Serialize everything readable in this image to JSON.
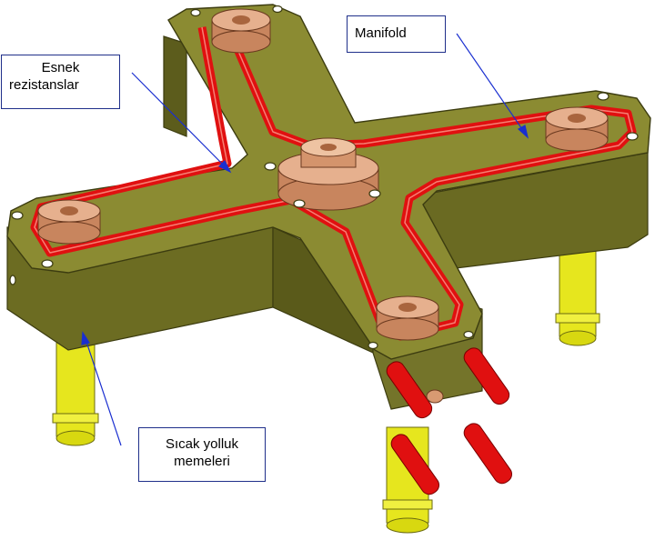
{
  "labels": {
    "resistors_line1": "Esnek",
    "resistors_line2": "rezistanslar",
    "manifold": "Manifold",
    "nozzles_line1": "Sıcak yolluk",
    "nozzles_line2": "memeleri"
  },
  "colors": {
    "manifold_body": "#7a7a2a",
    "manifold_top": "#8e8e34",
    "manifold_dark": "#55551c",
    "heater": "#e01010",
    "nozzle": "#e8e820",
    "bushing": "#d89a72",
    "leader": "#1a2fd0"
  }
}
